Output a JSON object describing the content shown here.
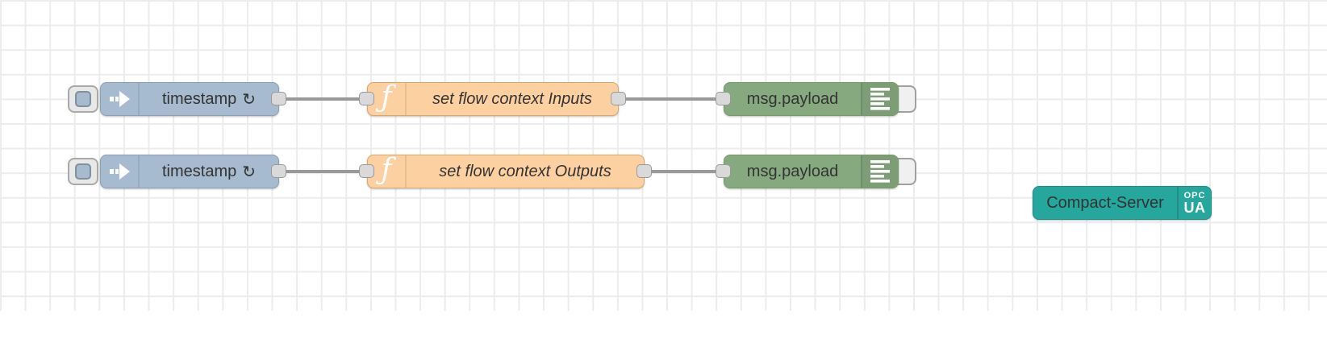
{
  "canvas": {
    "background": "#ffffff",
    "grid_line_color": "#ececec"
  },
  "colors": {
    "inject_fill": "#a6bbcf",
    "function_fill": "#fdd0a2",
    "debug_fill": "#87a980",
    "server_fill": "#26a79e",
    "wire": "#999999",
    "port_fill": "#d9d9d9",
    "label_text": "#333333"
  },
  "icons": {
    "inject": "arrow-right-icon",
    "function_glyph": "ƒ",
    "debug": "console-lines-icon",
    "repeat": "↻"
  },
  "nodes": {
    "inject1": {
      "label": "timestamp",
      "repeat_icon": "↻"
    },
    "inject2": {
      "label": "timestamp",
      "repeat_icon": "↻"
    },
    "function1": {
      "label": "set flow context Inputs",
      "icon_glyph": "ƒ"
    },
    "function2": {
      "label": "set flow context Outputs",
      "icon_glyph": "ƒ"
    },
    "debug1": {
      "label": "msg.payload"
    },
    "debug2": {
      "label": "msg.payload"
    },
    "opcua_server": {
      "label": "Compact-Server",
      "badge_top": "OPC",
      "badge_bottom": "UA"
    }
  }
}
